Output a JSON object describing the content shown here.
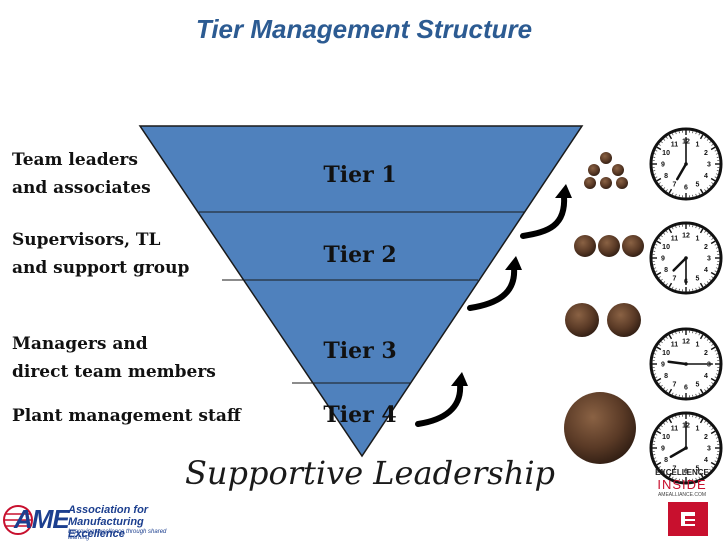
{
  "title": "Tier Management Structure",
  "tiers": [
    {
      "label": "Tier 1",
      "left_label": [
        "Team leaders",
        "and associates"
      ]
    },
    {
      "label": "Tier 2",
      "left_label": [
        "Supervisors, TL",
        "and support group"
      ]
    },
    {
      "label": "Tier 3",
      "left_label": [
        "Managers and",
        "direct team members"
      ]
    },
    {
      "label": "Tier 4",
      "left_label": [
        "Plant management staff"
      ]
    }
  ],
  "footer": "Supportive Leadership",
  "clocks": [
    {
      "hour": 7,
      "minute": 0
    },
    {
      "hour": 7,
      "minute": 30
    },
    {
      "hour": 9,
      "minute": 15
    },
    {
      "hour": 8,
      "minute": 0
    }
  ],
  "clock_numerals": [
    "12",
    "1",
    "2",
    "3",
    "4",
    "5",
    "6",
    "7",
    "8",
    "9",
    "10",
    "11"
  ],
  "logo": {
    "letters": "AME",
    "name_line1": "Association for",
    "name_line2": "Manufacturing Excellence",
    "tagline": "Improving excellence through shared learning"
  },
  "badge": {
    "top": "EXCELLENCE",
    "word": "INSIDE",
    "sub": "AMEALLIANCE.COM"
  },
  "colors": {
    "triangle_fill": "#4f81bd",
    "triangle_stroke": "#1a1a1a",
    "title": "#2c5b92",
    "stone": "#5a3a26"
  }
}
